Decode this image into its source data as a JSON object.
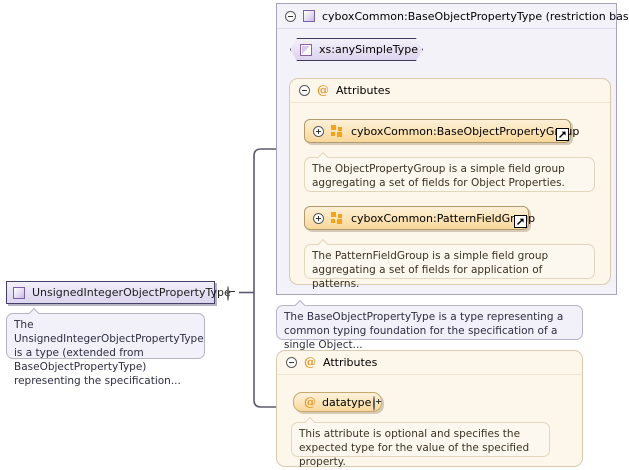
{
  "diagram": {
    "kind": "xml-schema-type-diagram",
    "colors": {
      "purple_panel_bg": "#f4f2f9",
      "purple_panel_border": "#a6a2bd",
      "orange_panel_bg": "#fdf6ea",
      "orange_panel_border": "#d9cbb0",
      "group_box_border": "#b09a6e",
      "attribute_accent": "#e8992a",
      "group_icon": "#f5a21e",
      "element_box_border": "#44406a",
      "bubble_bg": "#f2f0f8"
    }
  },
  "root_element": {
    "name": "UnsignedIntegerObjectPropertyType",
    "icon": "complex-type-icon",
    "toggle": "collapse-toggle",
    "annotation": "The UnsignedIntegerObjectPropertyType is a type (extended from BaseObjectPropertyType) representing the specification..."
  },
  "base_type_panel": {
    "toggle": "collapse-toggle",
    "icon": "complex-type-icon",
    "title": "cyboxCommon:BaseObjectPropertyType (restriction base)",
    "simple_type": {
      "icon": "simple-type-icon",
      "label": "xs:anySimpleType"
    },
    "attributes_section": {
      "toggle": "collapse-toggle",
      "at_glyph": "@",
      "title": "Attributes",
      "groups": [
        {
          "toggle": "expand-toggle",
          "icon": "attribute-group-icon",
          "label": "cyboxCommon:BaseObjectPropertyGroup",
          "external_ref": "external-reference-icon",
          "annotation": "The ObjectPropertyGroup is a simple field group aggregating a set of fields for Object Properties."
        },
        {
          "toggle": "expand-toggle",
          "icon": "attribute-group-icon",
          "label": "cyboxCommon:PatternFieldGroup",
          "external_ref": "external-reference-icon",
          "annotation": "The PatternFieldGroup is a simple field group aggregating a set of fields for application of patterns."
        }
      ]
    },
    "annotation": "The BaseObjectPropertyType is a type representing a common typing foundation for the specification of a single Object..."
  },
  "local_attributes_panel": {
    "toggle": "collapse-toggle",
    "at_glyph": "@",
    "title": "Attributes",
    "attributes": [
      {
        "at_glyph": "@",
        "name": "datatype",
        "toggle": "expand-toggle",
        "annotation": "This attribute is optional and specifies the expected type for the value of the specified property."
      }
    ]
  }
}
